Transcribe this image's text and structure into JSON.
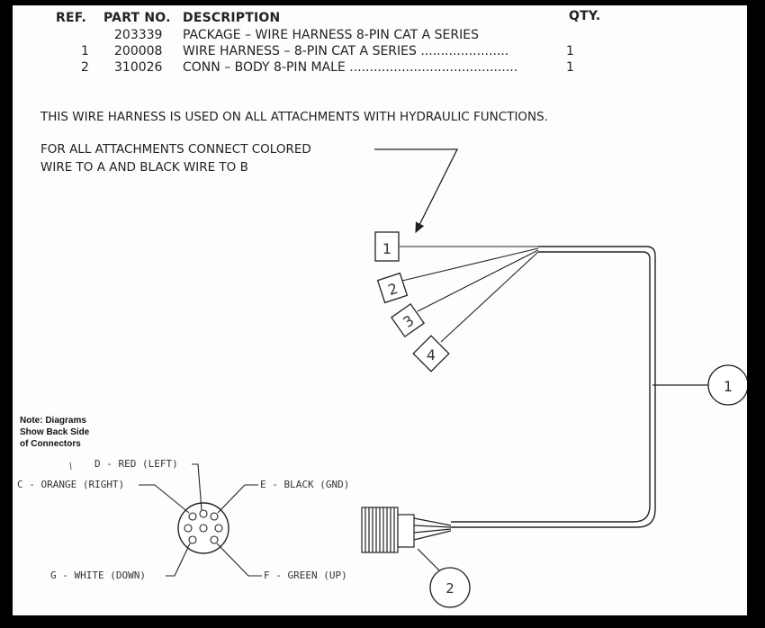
{
  "parts_table": {
    "headers": {
      "ref": "REF.",
      "part_no": "PART NO.",
      "description": "DESCRIPTION",
      "qty": "QTY."
    },
    "rows": [
      {
        "ref": "",
        "part_no": "203339",
        "description": "PACKAGE – WIRE HARNESS 8-PIN CAT A SERIES",
        "qty": ""
      },
      {
        "ref": "1",
        "part_no": "200008",
        "description": "WIRE HARNESS – 8-PIN CAT A SERIES ......................",
        "qty": "1"
      },
      {
        "ref": "2",
        "part_no": "310026",
        "description": "CONN – BODY 8-PIN MALE ..........................................",
        "qty": "1"
      }
    ]
  },
  "usage_note": "THIS WIRE HARNESS IS USED ON ALL ATTACHMENTS WITH HYDRAULIC FUNCTIONS.",
  "connect_note": {
    "line1": "FOR ALL ATTACHMENTS CONNECT COLORED",
    "line2": "WIRE TO A AND BLACK WIRE TO B"
  },
  "diagram_note": {
    "line1": "Note: Diagrams",
    "line2": "Show Back Side",
    "line3": "of Connectors"
  },
  "wire_tags": [
    "1",
    "2",
    "3",
    "4"
  ],
  "callouts": {
    "harness": "1",
    "connector": "2"
  },
  "pin_labels": {
    "d": "D - RED (LEFT)",
    "c": "C - ORANGE (RIGHT)",
    "e": "E - BLACK (GND)",
    "g": "G - WHITE (DOWN)",
    "f": "F - GREEN (UP)"
  }
}
